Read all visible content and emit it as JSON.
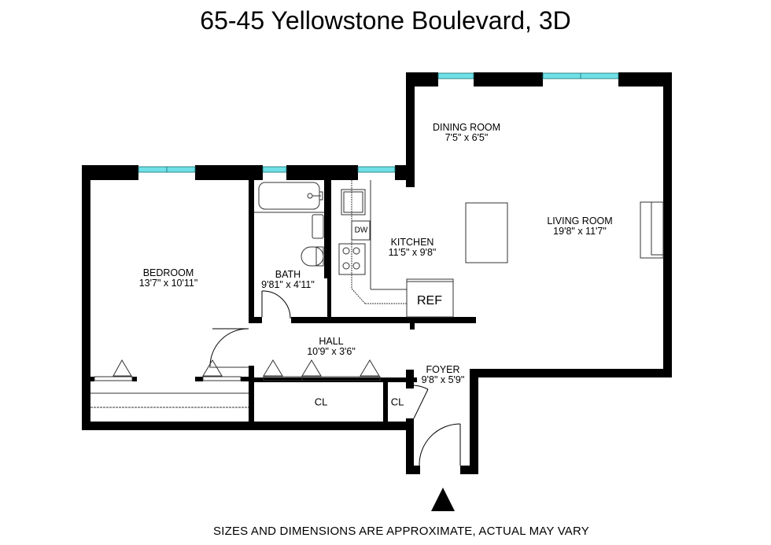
{
  "title": "65-45 Yellowstone Boulevard, 3D",
  "footer": "SIZES AND DIMENSIONS ARE APPROXIMATE, ACTUAL MAY VARY",
  "colors": {
    "wall": "#000000",
    "window_glass": "#6fe0e6",
    "background": "#ffffff"
  },
  "rooms": {
    "dining": {
      "name": "DINING ROOM",
      "dims": "7'5\" x 6'5\""
    },
    "living": {
      "name": "LIVING ROOM",
      "dims": "19'8\" x 11'7\""
    },
    "kitchen": {
      "name": "KITCHEN",
      "dims": "11'5\" x 9'8\""
    },
    "bedroom": {
      "name": "BEDROOM",
      "dims": "13'7\" x 10'11\""
    },
    "bath": {
      "name": "BATH",
      "dims": "9'81\" x 4'11\""
    },
    "hall": {
      "name": "HALL",
      "dims": "10'9\" x 3'6\""
    },
    "foyer": {
      "name": "FOYER",
      "dims": "9'8\" x 5'9\""
    }
  },
  "fixtures": {
    "refrigerator": "REF",
    "dishwasher": "DW",
    "closet_hall": "CL",
    "closet_foyer": "CL"
  },
  "entrance_marker": "entrance-arrow-icon"
}
